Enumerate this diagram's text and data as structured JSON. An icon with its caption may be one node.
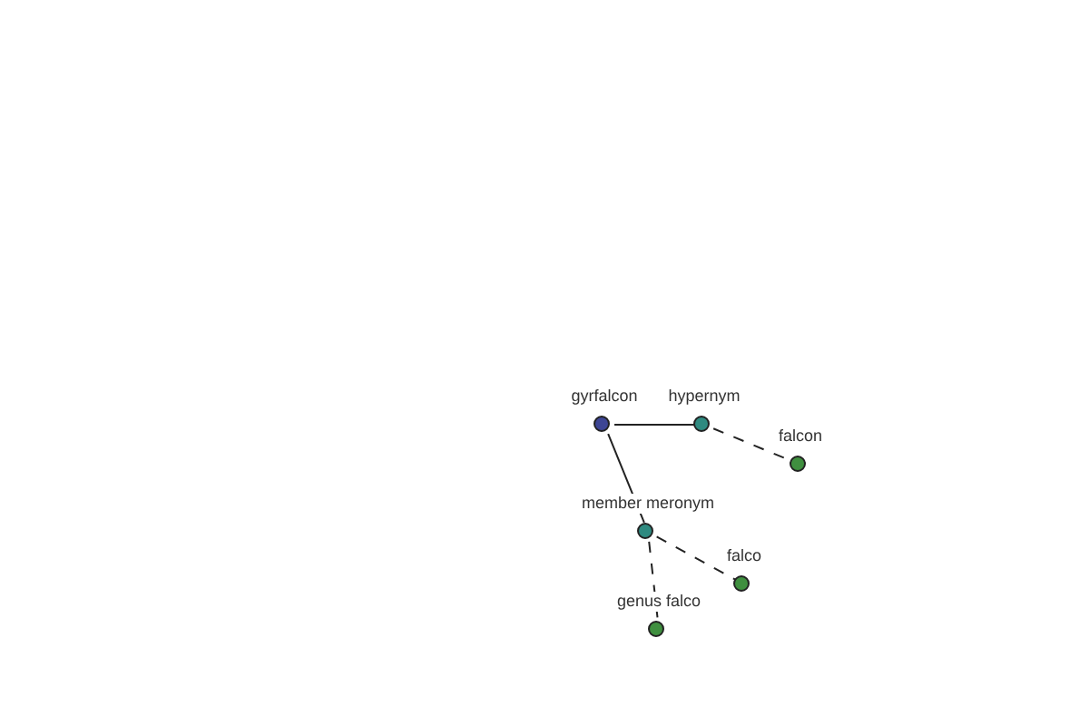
{
  "diagram": {
    "nodes": [
      {
        "text": [
          "gyrfalcon"
        ]
      },
      {
        "text": [
          "hypernym"
        ]
      },
      {
        "text": [
          "falcon"
        ]
      },
      {
        "text": [
          "member meronym"
        ]
      },
      {
        "text": [
          "falco"
        ]
      },
      {
        "text": [
          "genus falco"
        ]
      }
    ],
    "edges": [
      {
        "from": 0,
        "to": 1,
        "arrow": "none"
      },
      {
        "from": 1,
        "to": 2,
        "arrow": "none",
        "style": "dashed"
      },
      {
        "from": 0,
        "to": 3,
        "arrow": "none"
      },
      {
        "from": 3,
        "to": 4,
        "arrow": "none",
        "style": "dashed"
      },
      {
        "from": 3,
        "to": 5,
        "arrow": "none",
        "style": "dashed"
      }
    ]
  }
}
